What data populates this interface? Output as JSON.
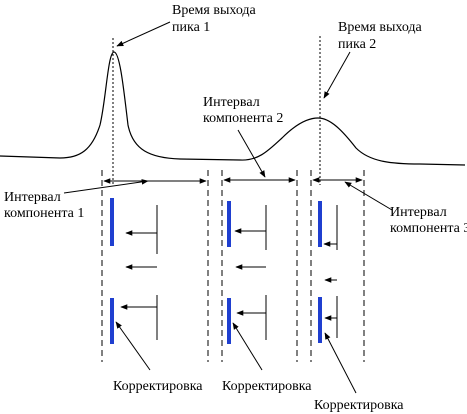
{
  "labels": {
    "peak1_time_line1": "Время выхода",
    "peak1_time_line2": "пика 1",
    "peak2_time_line1": "Время выхода",
    "peak2_time_line2": "пика 2",
    "interval2_line1": "Интервал",
    "interval2_line2": "компонента 2",
    "interval1_line1": "Интервал",
    "interval1_line2": "компонента 1",
    "interval3_line1": "Интервал",
    "interval3_line2": "компонента 3",
    "correction_1": "Корректировка",
    "correction_2": "Корректировка",
    "correction_3": "Корректировка"
  },
  "colors": {
    "line": "#000000",
    "correction_bar": "#1f3fd0"
  }
}
